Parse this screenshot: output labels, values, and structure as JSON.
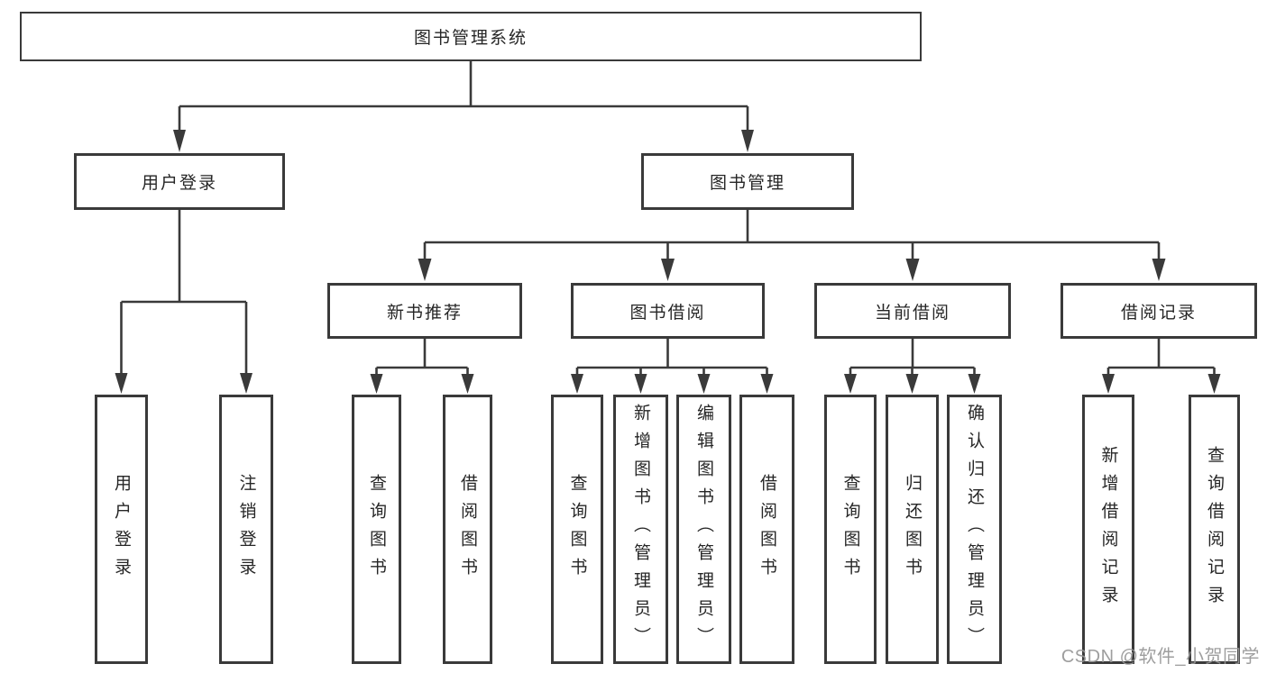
{
  "tree": {
    "root": {
      "label": "图书管理系统",
      "children": [
        {
          "label": "用户登录",
          "children": [
            {
              "label": "用户登录"
            },
            {
              "label": "注销登录"
            }
          ]
        },
        {
          "label": "图书管理",
          "children": [
            {
              "label": "新书推荐",
              "children": [
                {
                  "label": "查询图书"
                },
                {
                  "label": "借阅图书"
                }
              ]
            },
            {
              "label": "图书借阅",
              "children": [
                {
                  "label": "查询图书"
                },
                {
                  "label": "新增图书（管理员）"
                },
                {
                  "label": "编辑图书（管理员）"
                },
                {
                  "label": "借阅图书"
                }
              ]
            },
            {
              "label": "当前借阅",
              "children": [
                {
                  "label": "查询图书"
                },
                {
                  "label": "归还图书"
                },
                {
                  "label": "确认归还（管理员）"
                }
              ]
            },
            {
              "label": "借阅记录",
              "children": [
                {
                  "label": "新增借阅记录"
                },
                {
                  "label": "查询借阅记录"
                }
              ]
            }
          ]
        }
      ]
    }
  },
  "watermark": {
    "text": "CSDN @软件_小贺同学"
  },
  "colors": {
    "line": "#3a3a3a",
    "text": "#262626",
    "background": "#ffffff",
    "watermark": "#969696"
  }
}
